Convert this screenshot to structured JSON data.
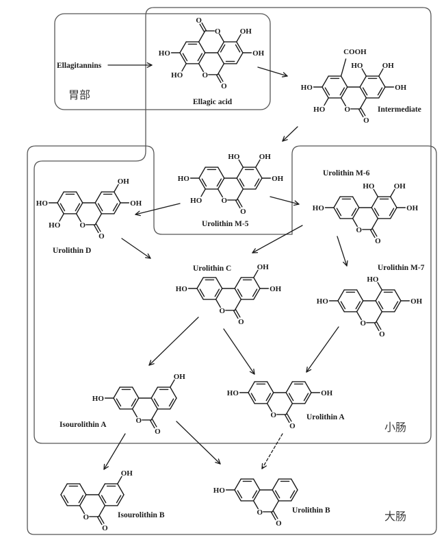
{
  "colors": {
    "ink": "#1a1a1a",
    "outline": "#555555",
    "background": "#ffffff"
  },
  "regions": [
    {
      "id": "stomach",
      "label": "胃部"
    },
    {
      "id": "small-intestine",
      "label": "小肠"
    },
    {
      "id": "large-intestine",
      "label": "大肠"
    }
  ],
  "precursor": {
    "name": "Ellagitannins"
  },
  "atom_labels": {
    "hydroxyl_left": "HO",
    "hydroxyl_right": "OH",
    "oxygen": "O",
    "carboxyl": "COOH"
  },
  "compounds": [
    {
      "id": "ellagic-acid",
      "name": "Ellagic acid",
      "skeleton": "dilactone",
      "hydroxyl_sites": [
        3,
        4,
        8,
        9
      ]
    },
    {
      "id": "intermediate",
      "name": "Intermediate",
      "skeleton": "lactone",
      "hydroxyl_sites": [
        3,
        4,
        8,
        9,
        10
      ],
      "carboxyl_sites": [
        1
      ]
    },
    {
      "id": "urolithin-m5",
      "name": "Urolithin M-5",
      "skeleton": "lactone",
      "hydroxyl_sites": [
        3,
        4,
        8,
        9,
        10
      ]
    },
    {
      "id": "urolithin-d",
      "name": "Urolithin D",
      "skeleton": "lactone",
      "hydroxyl_sites": [
        3,
        4,
        8,
        9
      ]
    },
    {
      "id": "urolithin-m6",
      "name": "Urolithin M-6",
      "skeleton": "lactone",
      "hydroxyl_sites": [
        3,
        8,
        9,
        10
      ]
    },
    {
      "id": "urolithin-c",
      "name": "Urolithin C",
      "skeleton": "lactone",
      "hydroxyl_sites": [
        3,
        8,
        9
      ]
    },
    {
      "id": "urolithin-m7",
      "name": "Urolithin M-7",
      "skeleton": "lactone",
      "hydroxyl_sites": [
        3,
        8,
        10
      ]
    },
    {
      "id": "isourolithin-a",
      "name": "Isourolithin A",
      "skeleton": "lactone",
      "hydroxyl_sites": [
        3,
        9
      ]
    },
    {
      "id": "urolithin-a",
      "name": "Urolithin A",
      "skeleton": "lactone",
      "hydroxyl_sites": [
        3,
        8
      ]
    },
    {
      "id": "isourolithin-b",
      "name": "Isourolithin B",
      "skeleton": "lactone",
      "hydroxyl_sites": [
        9
      ]
    },
    {
      "id": "urolithin-b",
      "name": "Urolithin B",
      "skeleton": "lactone",
      "hydroxyl_sites": [
        3
      ]
    }
  ],
  "pathway": [
    {
      "from": "Ellagitannins",
      "to": "Ellagic acid",
      "style": "solid"
    },
    {
      "from": "Ellagic acid",
      "to": "Intermediate",
      "style": "solid"
    },
    {
      "from": "Intermediate",
      "to": "Urolithin M-5",
      "style": "solid"
    },
    {
      "from": "Urolithin M-5",
      "to": "Urolithin D",
      "style": "solid"
    },
    {
      "from": "Urolithin M-5",
      "to": "Urolithin M-6",
      "style": "solid"
    },
    {
      "from": "Urolithin D",
      "to": "Urolithin C",
      "style": "solid"
    },
    {
      "from": "Urolithin M-6",
      "to": "Urolithin C",
      "style": "solid"
    },
    {
      "from": "Urolithin M-6",
      "to": "Urolithin M-7",
      "style": "solid"
    },
    {
      "from": "Urolithin C",
      "to": "Isourolithin A",
      "style": "solid"
    },
    {
      "from": "Urolithin C",
      "to": "Urolithin A",
      "style": "solid"
    },
    {
      "from": "Urolithin M-7",
      "to": "Urolithin A",
      "style": "solid"
    },
    {
      "from": "Isourolithin A",
      "to": "Isourolithin B",
      "style": "solid"
    },
    {
      "from": "Isourolithin A",
      "to": "Urolithin B",
      "style": "solid"
    },
    {
      "from": "Urolithin A",
      "to": "Urolithin B",
      "style": "dashed"
    }
  ]
}
